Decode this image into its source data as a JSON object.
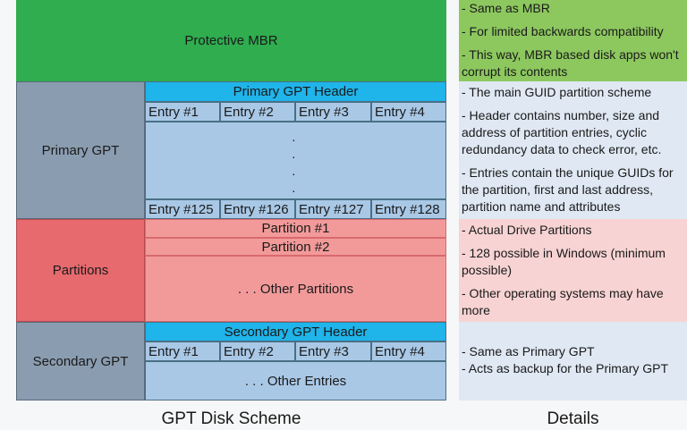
{
  "diagram": {
    "protective_mbr": "Protective MBR",
    "primary_gpt": {
      "label": "Primary GPT",
      "header": "Primary GPT Header",
      "entries_top": [
        "Entry #1",
        "Entry #2",
        "Entry #3",
        "Entry #4"
      ],
      "entries_bottom": [
        "Entry #125",
        "Entry #126",
        "Entry #127",
        "Entry #128"
      ],
      "ellipsis": [
        "·",
        "·",
        "·",
        "·"
      ]
    },
    "partitions": {
      "label": "Partitions",
      "items": [
        "Partition #1",
        "Partition #2"
      ],
      "other": ". . . Other Partitions"
    },
    "secondary_gpt": {
      "label": "Secondary GPT",
      "header": "Secondary GPT Header",
      "entries": [
        "Entry #1",
        "Entry #2",
        "Entry #3",
        "Entry #4"
      ],
      "other": ". . . Other Entries"
    },
    "caption": "GPT Disk Scheme"
  },
  "details": {
    "caption": "Details",
    "mbr": [
      "- Same as MBR",
      "- For limited backwards compatibility",
      "- This way, MBR based disk apps won't corrupt its contents"
    ],
    "primary": [
      "- The main GUID partition scheme",
      "- Header contains number, size and address of partition entries, cyclic redundancy data to check error, etc.",
      "- Entries contain the unique GUIDs for the partition, first and last address, partition name and attributes"
    ],
    "partitions": [
      "- Actual Drive Partitions",
      "- 128 possible in Windows (minimum possible)",
      "- Other operating systems may have more"
    ],
    "secondary": [
      "- Same as Primary GPT",
      "- Acts as backup for the Primary GPT"
    ]
  }
}
